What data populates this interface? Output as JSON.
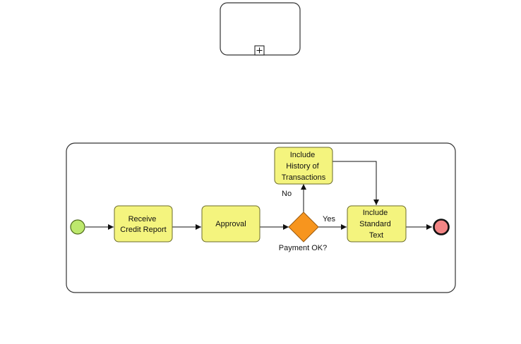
{
  "diagram": {
    "colors": {
      "task_fill": "#f4f47e",
      "task_stroke": "#6b6b2a",
      "gateway_fill": "#f7951e",
      "gateway_stroke": "#9a5a10",
      "start_fill": "#bde86d",
      "end_fill": "#f28585",
      "line": "#111111"
    },
    "collapsed_subprocess": {
      "marker_icon": "plus-box-icon"
    },
    "tasks": {
      "receive_credit_report": [
        "Receive",
        "Credit Report"
      ],
      "approval": [
        "Approval"
      ],
      "include_history": [
        "Include",
        "History of",
        "Transactions"
      ],
      "include_standard_text": [
        "Include",
        "Standard",
        "Text"
      ]
    },
    "gateway_label": "Payment OK?",
    "flow_labels": {
      "no": "No",
      "yes": "Yes"
    }
  }
}
